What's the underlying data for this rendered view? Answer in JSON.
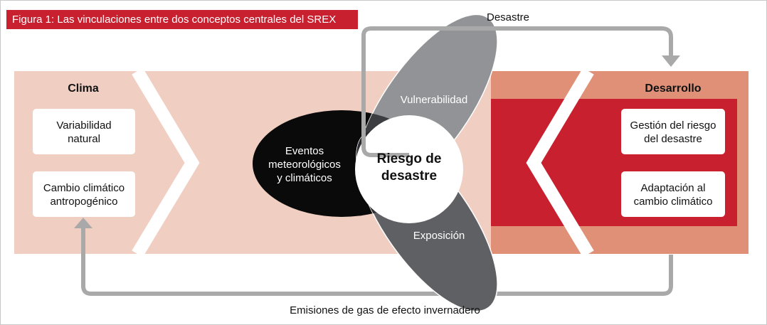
{
  "figure": {
    "title": "Figura 1: Las vinculaciones entre dos conceptos centrales del SREX"
  },
  "clima": {
    "heading": "Clima",
    "boxes": [
      {
        "text": "Variabilidad natural"
      },
      {
        "text": "Cambio climático antropogénico"
      }
    ]
  },
  "desarrollo": {
    "heading": "Desarrollo",
    "boxes": [
      {
        "text": "Gestión del riesgo del desastre"
      },
      {
        "text": "Adaptación al cambio climático"
      }
    ]
  },
  "center": {
    "eventos": "Eventos meteorológicos y climáticos",
    "vulnerabilidad": "Vulnerabilidad",
    "exposicion": "Exposición",
    "riesgo": "Riesgo de desastre"
  },
  "arrows": {
    "top": "Desastre",
    "bottom": "Emisiones de gas de efecto invernadero"
  },
  "colors": {
    "brand_red": "#c8202f",
    "clima_band": "#f0cfc2",
    "desarrollo_band": "#df9077",
    "arrow_gray": "#a9a9aa",
    "eventos_black": "#0a0a0a",
    "vulnerabilidad_gray": "#929396",
    "exposicion_gray": "#5f6063"
  }
}
